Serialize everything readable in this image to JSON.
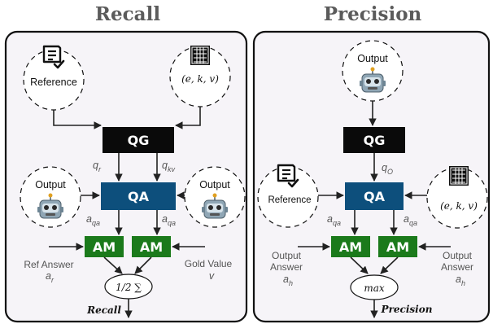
{
  "panels": {
    "recall": {
      "title": "Recall",
      "inputs": {
        "reference": "Reference",
        "triple": "(e, k, v)",
        "output_left": "Output",
        "output_right": "Output"
      },
      "nodes": {
        "qg": "QG",
        "qa": "QA",
        "am1": "AM",
        "am2": "AM"
      },
      "edges": {
        "qr": "q",
        "qr_sub": "r",
        "qkv": "q",
        "qkv_sub": "kv",
        "aqa_left": "a",
        "aqa_left_sub": "qa",
        "aqa_right": "a",
        "aqa_right_sub": "qa"
      },
      "side_inputs": {
        "ref_answer": "Ref Answer",
        "ref_answer_var": "a",
        "ref_answer_sub": "r",
        "gold_value": "Gold Value",
        "gold_value_var": "v"
      },
      "aggregator": "1/2 ∑",
      "result": "Recall"
    },
    "precision": {
      "title": "Precision",
      "inputs": {
        "output_top": "Output",
        "reference": "Reference",
        "triple": "(e, k, v)"
      },
      "nodes": {
        "qg": "QG",
        "qa": "QA",
        "am1": "AM",
        "am2": "AM"
      },
      "edges": {
        "qo": "q",
        "qo_sub": "O",
        "aqa_left": "a",
        "aqa_left_sub": "qa",
        "aqa_right": "a",
        "aqa_right_sub": "qa"
      },
      "side_inputs": {
        "output_answer_left_1": "Output",
        "output_answer_left_2": "Answer",
        "output_answer_left_var": "a",
        "output_answer_left_sub": "h",
        "output_answer_right_1": "Output",
        "output_answer_right_2": "Answer",
        "output_answer_right_var": "a",
        "output_answer_right_sub": "h"
      },
      "aggregator": "max",
      "result": "Precision"
    }
  },
  "colors": {
    "qg": "#0a0a0a",
    "qa": "#0d4f7c",
    "am": "#1b7a1b",
    "panel_bg": "#f6f4f8",
    "title": "#5b5b5b"
  },
  "icons": [
    "document-check-icon",
    "table-icon",
    "robot-icon"
  ]
}
